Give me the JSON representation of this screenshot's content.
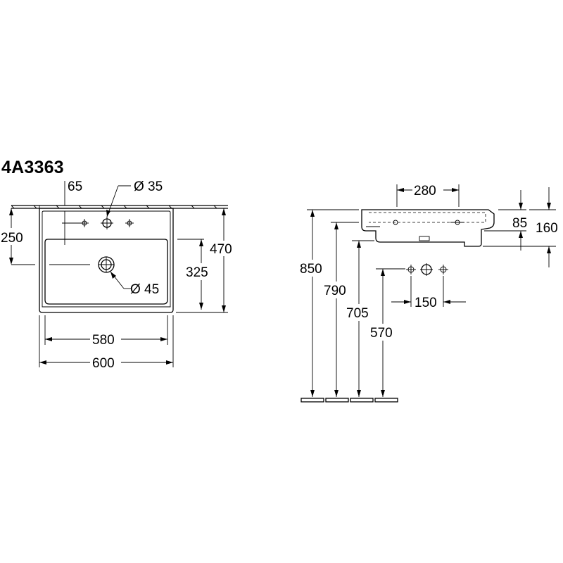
{
  "model": "4A3363",
  "dimensions": {
    "tap_offset": "65",
    "tap_hole": "Ø 35",
    "depth_to_tap": "250",
    "overall_depth": "470",
    "depth_to_waste": "325",
    "waste_hole": "Ø 45",
    "inner_width": "580",
    "overall_width": "600",
    "side_bowl": "280",
    "side_rim": "85",
    "side_total": "160",
    "height_total": "850",
    "height_rim": "790",
    "height_waste": "705",
    "height_trap": "570",
    "tap_spacing": "150"
  }
}
